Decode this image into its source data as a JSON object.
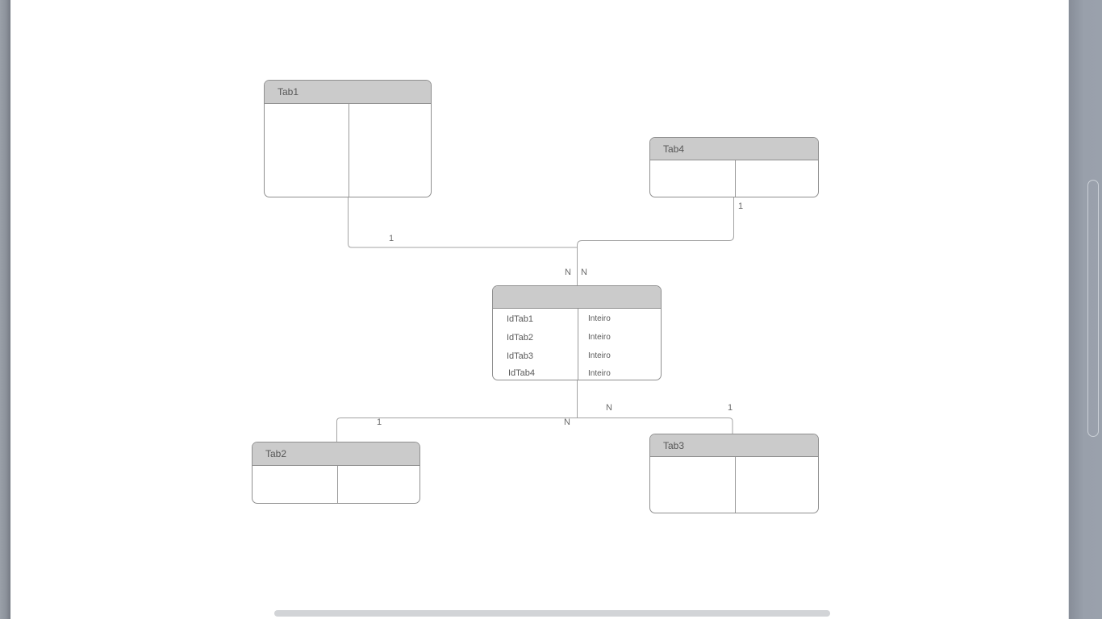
{
  "diagram": {
    "tables": [
      {
        "id": "tab1",
        "name": "Tab1",
        "fields": []
      },
      {
        "id": "tab4",
        "name": "Tab4",
        "fields": []
      },
      {
        "id": "junction",
        "name": "",
        "fields": [
          {
            "name": "IdTab1",
            "type": "Inteiro"
          },
          {
            "name": "IdTab2",
            "type": "Inteiro"
          },
          {
            "name": "IdTab3",
            "type": "Inteiro"
          },
          {
            "name": "IdTab4",
            "type": "Inteiro"
          }
        ]
      },
      {
        "id": "tab2",
        "name": "Tab2",
        "fields": []
      },
      {
        "id": "tab3",
        "name": "Tab3",
        "fields": []
      }
    ],
    "edges": [
      {
        "from": "Tab1",
        "to": "junction",
        "card_from": "1",
        "card_to": "N"
      },
      {
        "from": "Tab4",
        "to": "junction",
        "card_from": "1",
        "card_to": "N"
      },
      {
        "from": "junction",
        "to": "Tab2",
        "card_from": "N",
        "card_to": "1"
      },
      {
        "from": "junction",
        "to": "Tab3",
        "card_from": "N",
        "card_to": "1"
      }
    ],
    "field_type_label": "Inteiro"
  },
  "colors": {
    "canvas_background": "#ffffff",
    "table_header_fill": "#cbcbcb",
    "table_border": "#8f8f8f",
    "connection_line": "#a3a3a3",
    "chrome_gray": "#9aa0ab"
  }
}
